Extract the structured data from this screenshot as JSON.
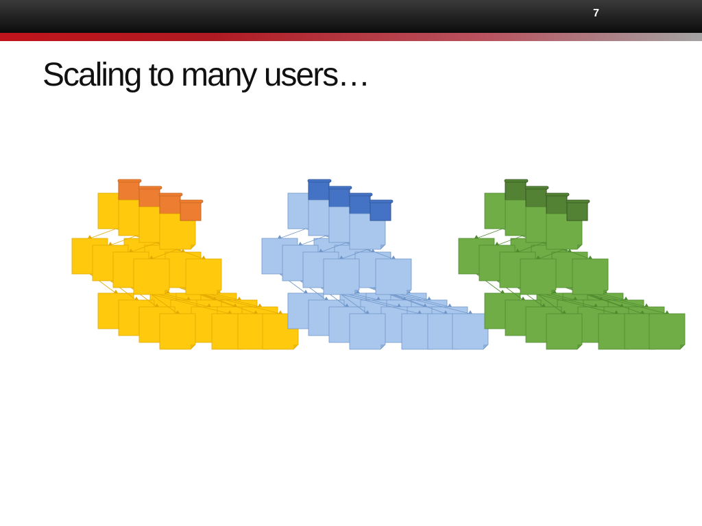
{
  "slide": {
    "number": "7",
    "title": "Scaling to many users…"
  },
  "clusters": [
    {
      "name": "yellow-orange",
      "node_fill": "#FFC90E",
      "node_stroke": "#E2A800",
      "head_fill": "#ED7D31",
      "head_stroke": "#C5651F"
    },
    {
      "name": "blue",
      "node_fill": "#A9C7EC",
      "node_stroke": "#6F96C9",
      "head_fill": "#4472C4",
      "head_stroke": "#2F5597"
    },
    {
      "name": "green",
      "node_fill": "#70AD47",
      "node_stroke": "#4E8A2E",
      "head_fill": "#548235",
      "head_stroke": "#375623"
    }
  ]
}
